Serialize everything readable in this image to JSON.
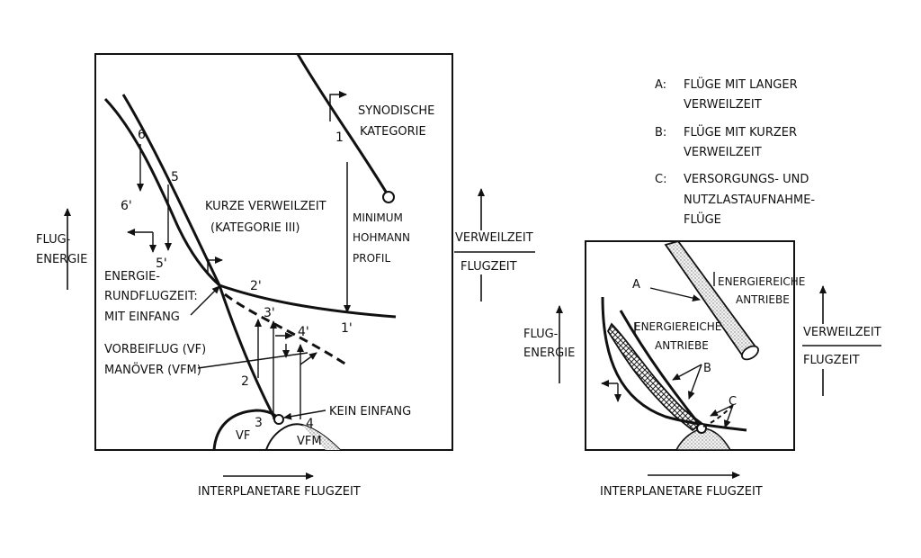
{
  "left_diagram": {
    "x_axis_label": "INTERPLANETARE FLUGZEIT",
    "y_axis_label_line1": "FLUG-",
    "y_axis_label_line2": "ENERGIE",
    "right_axis_top": "VERWEILZEIT",
    "right_axis_bottom": "FLUGZEIT",
    "synodic_line1": "SYNODISCHE",
    "synodic_line2": "KATEGORIE",
    "short_stay_line1": "KURZE VERWEILZEIT",
    "short_stay_line2": "(KATEGORIE III)",
    "hohmann_line1": "MINIMUM",
    "hohmann_line2": "HOHMANN",
    "hohmann_line3": "PROFIL",
    "energy_line1": "ENERGIE-",
    "energy_line2": "RUNDFLUGZEIT:",
    "energy_line3": "MIT EINFANG",
    "flyby_line1": "VORBEIFLUG (VF)",
    "flyby_line2": "MANÖVER (VFM)",
    "no_capture": "KEIN EINFANG",
    "vf": "VF",
    "vfm": "VFM",
    "points": [
      "1",
      "1'",
      "2",
      "2'",
      "3",
      "3'",
      "4",
      "4'",
      "5",
      "5'",
      "6",
      "6'"
    ]
  },
  "right_diagram": {
    "x_axis_label": "INTERPLANETARE FLUGZEIT",
    "y_axis_label_line1": "FLUG-",
    "y_axis_label_line2": "ENERGIE",
    "right_axis_top": "VERWEILZEIT",
    "right_axis_bottom": "FLUGZEIT",
    "propulsion_a_line1": "ENERGIEREICHE",
    "propulsion_a_line2": "ANTRIEBE",
    "propulsion_b_line1": "ENERGIEREICHE",
    "propulsion_b_line2": "ANTRIEBE",
    "label_a": "A",
    "label_b": "B",
    "label_c": "C"
  },
  "legend": {
    "a_key": "A:",
    "a_line1": "FLÜGE MIT LANGER",
    "a_line2": "VERWEILZEIT",
    "b_key": "B:",
    "b_line1": "FLÜGE MIT KURZER",
    "b_line2": "VERWEILZEIT",
    "c_key": "C:",
    "c_line1": "VERSORGUNGS- UND",
    "c_line2": "NUTZLASTAUFNAHME-",
    "c_line3": "FLÜGE"
  }
}
